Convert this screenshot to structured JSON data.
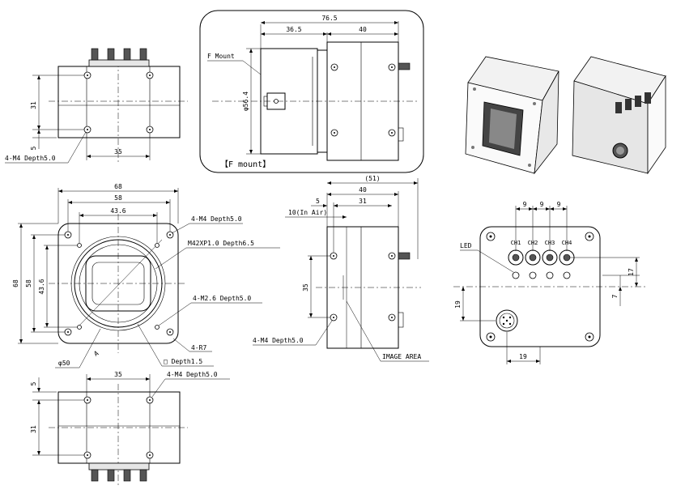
{
  "side_top": {
    "dim_31": "31",
    "dim_5": "5",
    "dim_35": "35",
    "note_m4": "4-M4 Depth5.0"
  },
  "fmount": {
    "dim_76_5": "76.5",
    "dim_36_5": "36.5",
    "dim_40": "40",
    "label_f_mount": "F Mount",
    "dim_phi56_4": "φ56.4",
    "caption": "【F mount】"
  },
  "front": {
    "dim_68_h": "68",
    "dim_58_h": "58",
    "dim_43_6_h": "43.6",
    "dim_68_v": "68",
    "dim_58_v": "58",
    "dim_43_6_v": "43.6",
    "note_m4": "4-M4 Depth5.0",
    "note_m42": "M42XP1.0 Depth6.5",
    "note_m26": "4-M2.6 Depth5.0",
    "note_r7": "4-R7",
    "dim_phi50": "φ50",
    "note_depth15": "□ Depth1.5",
    "mark_a": "A"
  },
  "side_view": {
    "dim_51": "(51)",
    "dim_40": "40",
    "dim_5": "5",
    "dim_31": "31",
    "dim_10": "10(In Air)",
    "dim_35": "35",
    "note_m4": "4-M4 Depth5.0",
    "note_image_area": "IMAGE AREA"
  },
  "rear": {
    "dim_9a": "9",
    "dim_9b": "9",
    "dim_9c": "9",
    "ch1": "CH1",
    "ch2": "CH2",
    "ch3": "CH3",
    "ch4": "CH4",
    "label_led": "LED",
    "dim_17": "17",
    "dim_7": "7",
    "dim_19_v": "19",
    "dim_19_h": "19"
  },
  "bottom": {
    "dim_5": "5",
    "dim_35": "35",
    "dim_31": "31",
    "note_m4": "4-M4 Depth5.0"
  }
}
